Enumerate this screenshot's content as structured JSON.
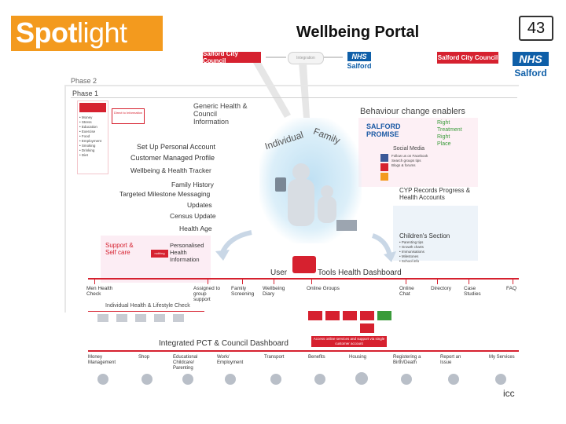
{
  "header": {
    "logo_spot": "Spot",
    "logo_light": "light",
    "title": "Wellbeing Portal",
    "slide_number": "43"
  },
  "brands": {
    "salford_city_council": "Salford City Council",
    "nhs": "NHS",
    "salford": "Salford"
  },
  "colors": {
    "brand_orange": "#f39a1e",
    "accent_red": "#d6212f",
    "nhs_blue": "#0f5fa8"
  },
  "diagram": {
    "phase2": "Phase 2",
    "phase1": "Phase 1",
    "top_connector": "Integration",
    "generic_health": "Generic Health & Council Information",
    "behaviour_change": "Behaviour change enablers",
    "set_up_account": "Set Up Personal Account",
    "customer_profile": "Customer Managed Profile",
    "wellbeing_tracker": "Wellbeing & Health Tracker",
    "family_history": "Family History",
    "targeted_milestone": "Targeted Milestone Messaging",
    "updates": "Updates",
    "census_update": "Census Update",
    "health_age": "Health Age",
    "individual": "Individual",
    "family": "Family",
    "social_media": "Social Media",
    "cyp_records": "CYP Records Progress & Health Accounts",
    "childrens_section": "Children's Section",
    "support_self_care": "Support & Self care",
    "personalised_health": "Personalised Health Information",
    "user_tools": "User",
    "tools_dashboard": "Tools  Health Dashboard",
    "individual_check": "Individual Health & Lifestyle Check",
    "integrated_dashboard": "Integrated PCT & Council Dashboard",
    "access_online": "Access online services and support via single customer account",
    "tools_top": [
      "Men Health Check",
      "Assigned to group support",
      "Family Screening",
      "Wellbeing Diary",
      "Online Groups",
      "Online Chat",
      "Directory",
      "Case Studies",
      "FAQ"
    ],
    "tools_bottom": [
      "Money Management",
      "Shop",
      "Educational Childcare/ Parenting",
      "Work/ Employment",
      "Transport",
      "Benefits",
      "Housing",
      "Registering a Birth/Death",
      "Report an Issue",
      "My Services"
    ]
  }
}
